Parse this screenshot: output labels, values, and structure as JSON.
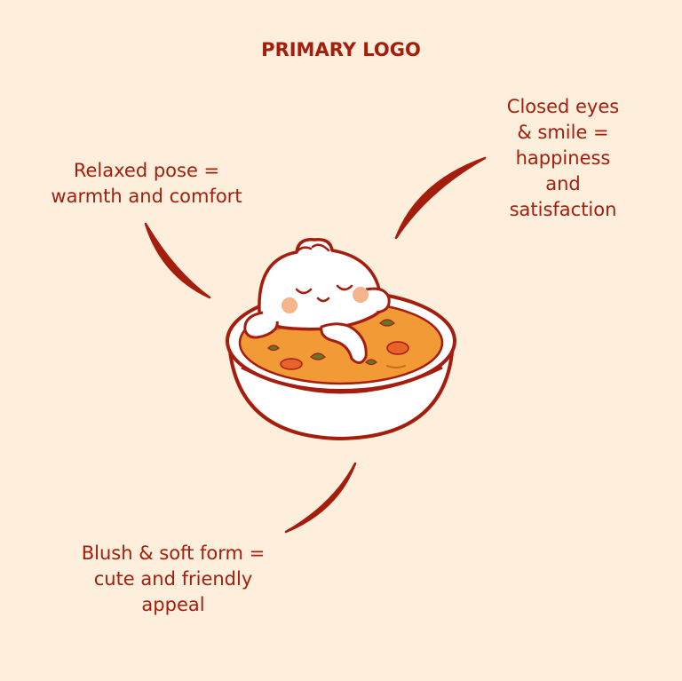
{
  "title": "PRIMARY LOGO",
  "annotations": {
    "relaxed_pose": [
      "Relaxed pose =",
      "warmth and comfort"
    ],
    "closed_eyes": [
      "Closed eyes",
      "& smile =",
      "happiness",
      "and",
      "satisfaction"
    ],
    "blush": [
      "Blush & soft form =",
      "cute and friendly",
      "appeal"
    ]
  },
  "colors": {
    "background": "#FEEEDC",
    "accent": "#A51D0C",
    "soup": "#F29A36",
    "blush": "#F6B48A",
    "herb": "#5E7A24"
  }
}
